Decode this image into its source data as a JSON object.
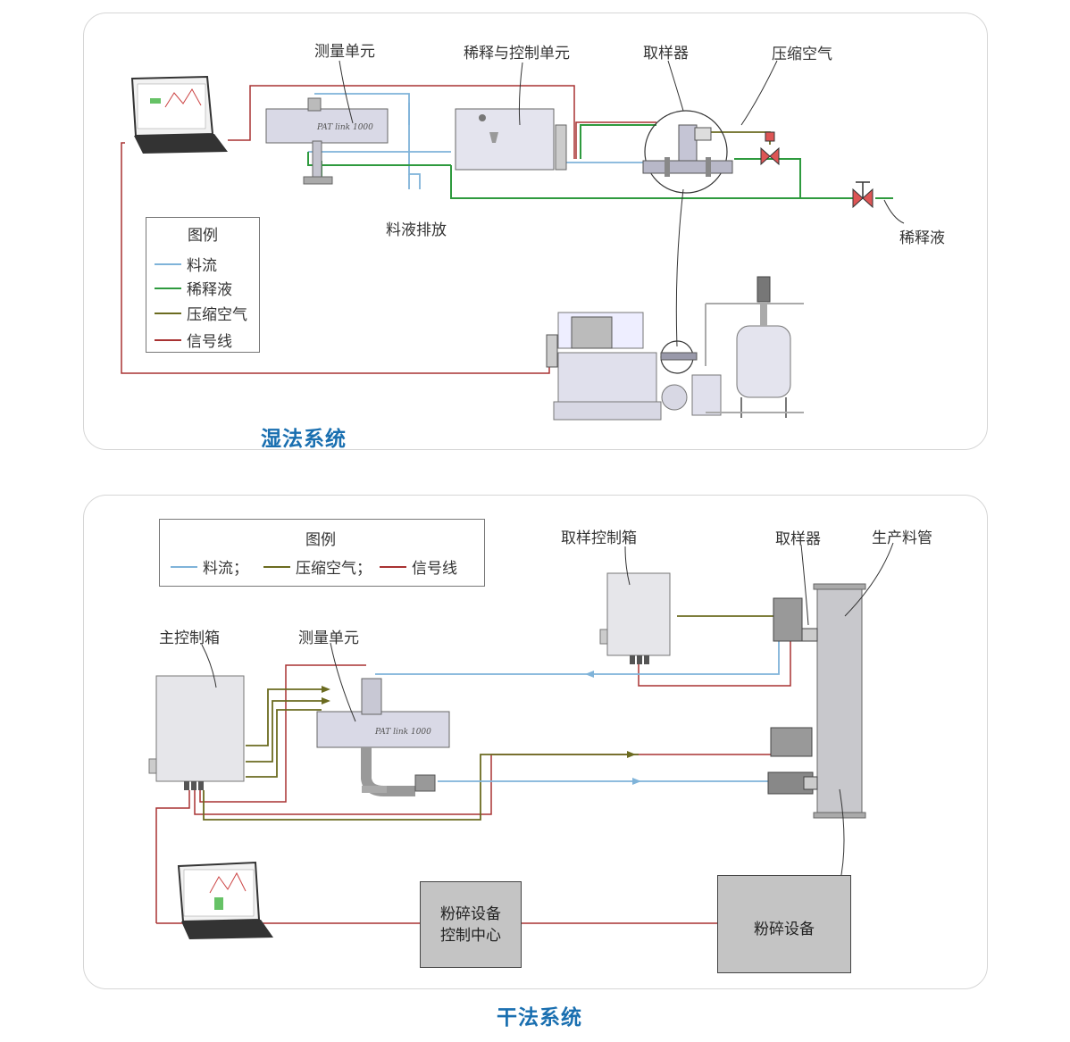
{
  "wet": {
    "title": "湿法系统",
    "labels": {
      "measure_unit": "测量单元",
      "dilute_control_unit": "稀释与控制单元",
      "sampler": "取样器",
      "compressed_air": "压缩空气",
      "drain": "料液排放",
      "diluent": "稀释液"
    },
    "device_text": "PAT link 1000",
    "legend": {
      "title": "图例",
      "items": [
        {
          "label": "料流",
          "color": "#7fb3d9"
        },
        {
          "label": "稀释液",
          "color": "#2e9a3e"
        },
        {
          "label": "压缩空气",
          "color": "#6b6b20"
        },
        {
          "label": "信号线",
          "color": "#a83232"
        }
      ]
    }
  },
  "dry": {
    "title": "干法系统",
    "labels": {
      "sample_control_box": "取样控制箱",
      "sampler": "取样器",
      "production_pipe": "生产料管",
      "main_control_box": "主控制箱",
      "measure_unit": "测量单元"
    },
    "device_text": "PAT link 1000",
    "legend": {
      "title": "图例",
      "items": [
        {
          "label": "料流；",
          "color": "#7fb3d9"
        },
        {
          "label": "压缩空气；",
          "color": "#6b6b20"
        },
        {
          "label": "信号线",
          "color": "#a83232"
        }
      ]
    },
    "boxes": {
      "mill_control_center": "粉碎设备\n控制中心",
      "mill": "粉碎设备"
    }
  },
  "colors": {
    "flow": "#7fb3d9",
    "diluent": "#2e9a3e",
    "air": "#6b6b20",
    "signal": "#a83232",
    "title": "#1a6fb0"
  }
}
